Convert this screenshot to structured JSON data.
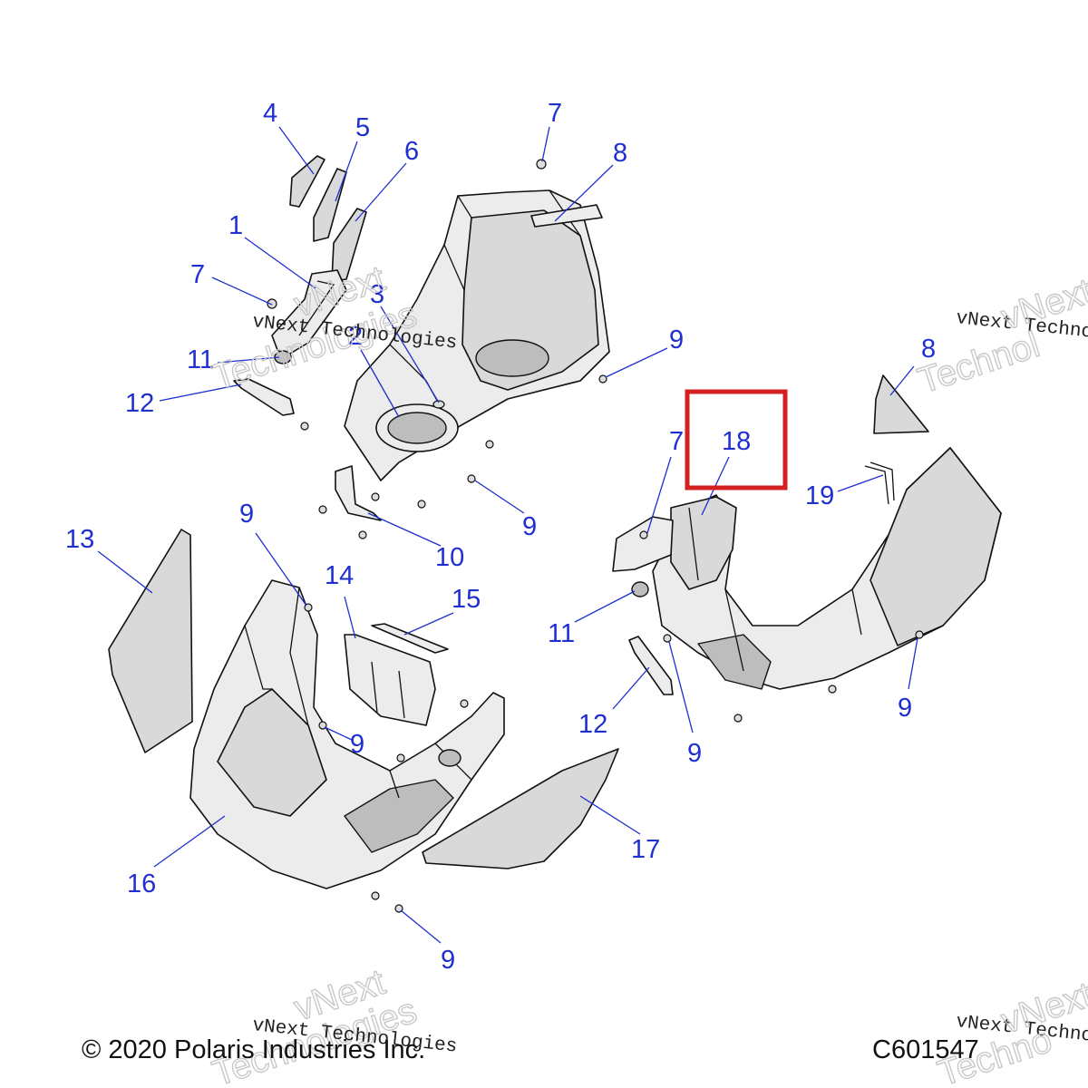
{
  "callouts": {
    "c1": "1",
    "c2": "2",
    "c3": "3",
    "c4": "4",
    "c5": "5",
    "c6": "6",
    "c7a": "7",
    "c7b": "7",
    "c7c": "7",
    "c8a": "8",
    "c8b": "8",
    "c9a": "9",
    "c9b": "9",
    "c9c": "9",
    "c9d": "9",
    "c9e": "9",
    "c9f": "9",
    "c9g": "9",
    "c10": "10",
    "c11a": "11",
    "c11b": "11",
    "c12a": "12",
    "c12b": "12",
    "c13": "13",
    "c14": "14",
    "c15": "15",
    "c16": "16",
    "c17": "17",
    "c18": "18",
    "c19": "19"
  },
  "highlight": {
    "target_callout": "18",
    "color": "#d42020"
  },
  "watermarks": {
    "line1": "vNext Technologies",
    "line2": "vNext",
    "line3": "Technologies",
    "edge1": "vNext Techno",
    "edge2": "Technol",
    "edge3": "vNext",
    "edge4": "vNext Techno",
    "edge5": "Techno"
  },
  "footer": {
    "copyright": "© 2020 Polaris Industries Inc.",
    "drawing_number": "C601547"
  },
  "colors": {
    "callout": "#1f2fd0",
    "part_fill": "#d9d9d9",
    "outline": "#111111"
  }
}
